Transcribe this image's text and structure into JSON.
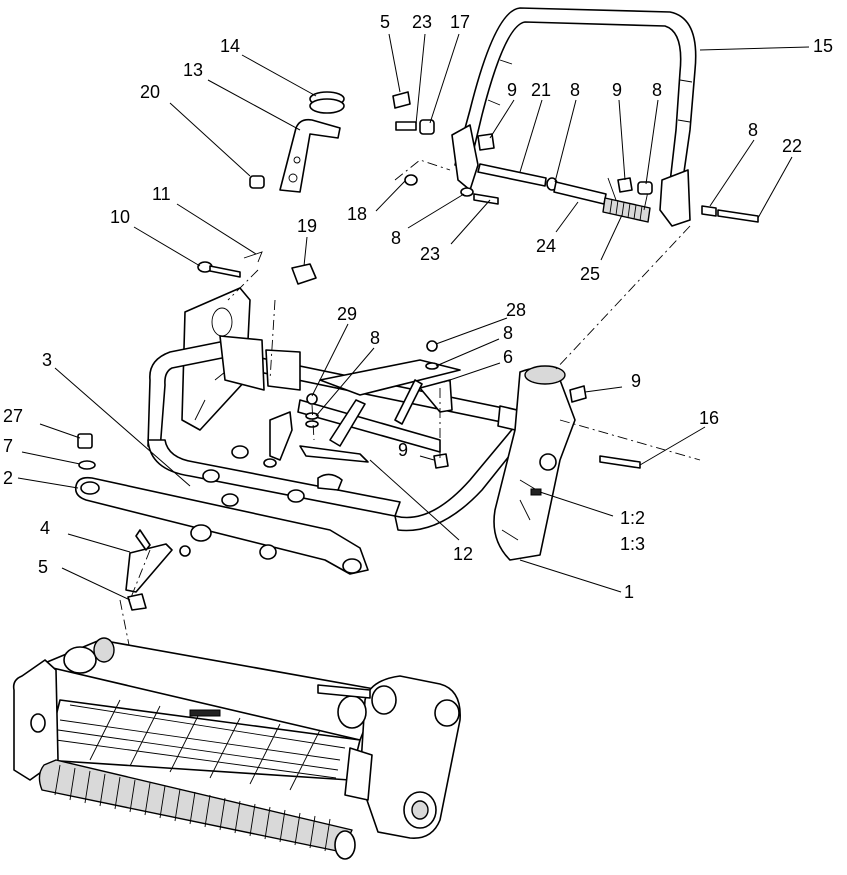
{
  "diagram": {
    "callouts": [
      {
        "id": "c5a",
        "text": "5"
      },
      {
        "id": "c23a",
        "text": "23"
      },
      {
        "id": "c17",
        "text": "17"
      },
      {
        "id": "c15",
        "text": "15"
      },
      {
        "id": "c14",
        "text": "14"
      },
      {
        "id": "c13",
        "text": "13"
      },
      {
        "id": "c20",
        "text": "20"
      },
      {
        "id": "c9a",
        "text": "9"
      },
      {
        "id": "c21",
        "text": "21"
      },
      {
        "id": "c8a",
        "text": "8"
      },
      {
        "id": "c9b",
        "text": "9"
      },
      {
        "id": "c8b",
        "text": "8"
      },
      {
        "id": "c8c",
        "text": "8"
      },
      {
        "id": "c22",
        "text": "22"
      },
      {
        "id": "c18",
        "text": "18"
      },
      {
        "id": "c8d",
        "text": "8"
      },
      {
        "id": "c23b",
        "text": "23"
      },
      {
        "id": "c24",
        "text": "24"
      },
      {
        "id": "c25",
        "text": "25"
      },
      {
        "id": "c11",
        "text": "11"
      },
      {
        "id": "c10",
        "text": "10"
      },
      {
        "id": "c19",
        "text": "19"
      },
      {
        "id": "c29",
        "text": "29"
      },
      {
        "id": "c8e",
        "text": "8"
      },
      {
        "id": "c28",
        "text": "28"
      },
      {
        "id": "c8f",
        "text": "8"
      },
      {
        "id": "c6",
        "text": "6"
      },
      {
        "id": "c3",
        "text": "3"
      },
      {
        "id": "c9c",
        "text": "9"
      },
      {
        "id": "c16",
        "text": "16"
      },
      {
        "id": "c27",
        "text": "27"
      },
      {
        "id": "c9d",
        "text": "9"
      },
      {
        "id": "c7",
        "text": "7"
      },
      {
        "id": "c2",
        "text": "2"
      },
      {
        "id": "c1-2",
        "text": "1:2"
      },
      {
        "id": "c1-3",
        "text": "1:3"
      },
      {
        "id": "c4",
        "text": "4"
      },
      {
        "id": "c12",
        "text": "12"
      },
      {
        "id": "c1",
        "text": "1"
      },
      {
        "id": "c5b",
        "text": "5"
      }
    ]
  }
}
